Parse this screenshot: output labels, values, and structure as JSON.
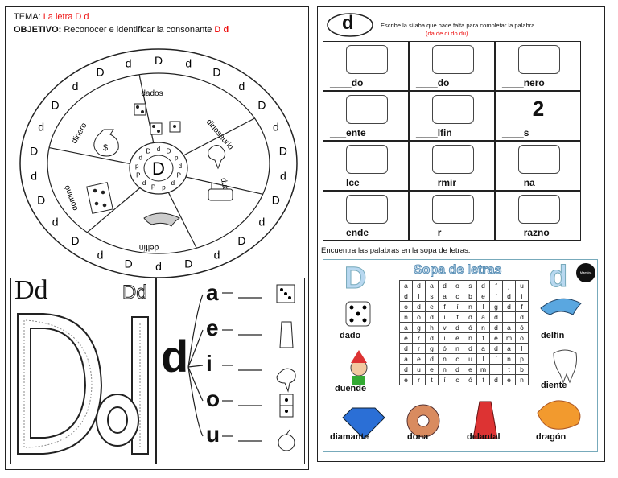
{
  "left": {
    "tema_label": "TEMA:",
    "tema_value": "La letra D d",
    "objetivo_label": "OBJETIVO:",
    "objetivo_text": "Reconocer e identificar la consonante",
    "objetivo_letters": "D d",
    "wheel": {
      "center_letter": "D",
      "rim_letters": "DdDdDdDdDdDdDdDdDdDdDdDdDd",
      "inner_letters": "dDpdPdpPdPpdD",
      "words": [
        "dados",
        "dinosaurio",
        "ducha",
        "delfín",
        "dominó",
        "dinero"
      ]
    },
    "tracing": {
      "heading": "Dd",
      "corner": "Dd"
    },
    "vowel_panel": {
      "consonant": "d",
      "vowels": [
        "a",
        "e",
        "i",
        "o",
        "u"
      ]
    }
  },
  "right": {
    "badge": "d",
    "instruction": "Escribe la sílaba que hace falta para completar la palabra",
    "syllables": "(da de di do du)",
    "cells": [
      {
        "blank": "____",
        "suffix": "do",
        "icon": "pointing-hand-icon"
      },
      {
        "blank": "____",
        "suffix": "do",
        "icon": "dice-icon"
      },
      {
        "blank": "____",
        "suffix": "nero",
        "icon": "money-icon"
      },
      {
        "blank": "___",
        "suffix": "ente",
        "icon": "tooth-icon"
      },
      {
        "blank": "____",
        "suffix": "lfin",
        "icon": "dolphin-icon"
      },
      {
        "blank": "____",
        "suffix": "s",
        "icon": "number-two-icon",
        "glyph": "2"
      },
      {
        "blank": "___",
        "suffix": "lce",
        "icon": "candy-icon"
      },
      {
        "blank": "____",
        "suffix": "rmir",
        "icon": "sleeping-icon"
      },
      {
        "blank": "____",
        "suffix": "na",
        "icon": "donut-icon"
      },
      {
        "blank": "___",
        "suffix": "ende",
        "icon": "elf-icon"
      },
      {
        "blank": "____",
        "suffix": "r",
        "icon": "giving-icon"
      },
      {
        "blank": "____",
        "suffix": "razno",
        "icon": "peach-icon"
      }
    ],
    "encuentra": "Encuentra las palabras en la sopa de letras.",
    "sopa": {
      "title": "Sopa de letras",
      "big_D": "D",
      "big_d": "d",
      "logo_text": "Maestra",
      "grid": [
        [
          "a",
          "d",
          "a",
          "d",
          "o",
          "s",
          "d",
          "f",
          "j",
          "u"
        ],
        [
          "d",
          "l",
          "s",
          "a",
          "c",
          "b",
          "e",
          "í",
          "d",
          "i"
        ],
        [
          "o",
          "d",
          "e",
          "f",
          "í",
          "n",
          "l",
          "g",
          "d",
          "f"
        ],
        [
          "n",
          "ó",
          "d",
          "í",
          "f",
          "d",
          "a",
          "d",
          "i",
          "d"
        ],
        [
          "a",
          "g",
          "h",
          "v",
          "d",
          "ó",
          "n",
          "d",
          "a",
          "ó"
        ],
        [
          "e",
          "r",
          "d",
          "i",
          "e",
          "n",
          "t",
          "e",
          "m",
          "o"
        ],
        [
          "d",
          "r",
          "g",
          "ó",
          "n",
          "d",
          "a",
          "d",
          "a",
          "l"
        ],
        [
          "a",
          "e",
          "d",
          "n",
          "c",
          "u",
          "l",
          "í",
          "n",
          "p"
        ],
        [
          "d",
          "u",
          "e",
          "n",
          "d",
          "e",
          "m",
          "l",
          "t",
          "b"
        ],
        [
          "e",
          "r",
          "t",
          "í",
          "c",
          "ó",
          "t",
          "d",
          "e",
          "n"
        ]
      ],
      "words": [
        "dado",
        "delfín",
        "duende",
        "diente",
        "diamante",
        "dona",
        "delantal",
        "dragón"
      ]
    }
  }
}
